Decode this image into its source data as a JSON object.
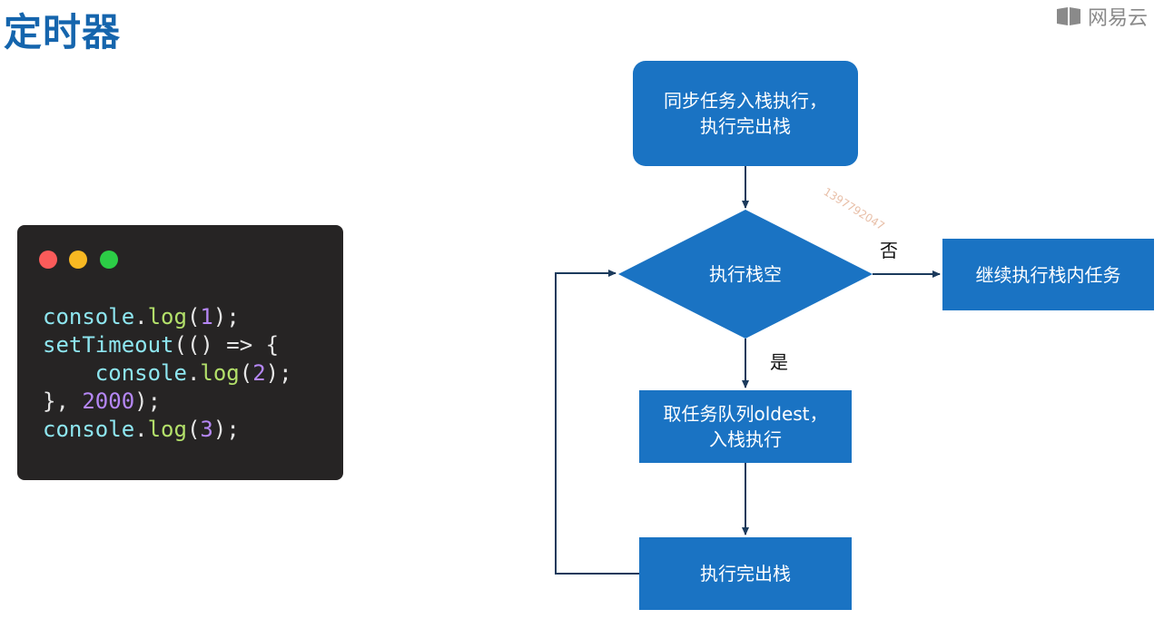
{
  "header": {
    "title": "定时器",
    "brand": "网易云"
  },
  "watermark": "1397792047",
  "code_window": {
    "lines": [
      [
        {
          "t": "console",
          "c": "obj"
        },
        {
          "t": ".",
          "c": "plain"
        },
        {
          "t": "log",
          "c": "fn"
        },
        {
          "t": "(",
          "c": "plain"
        },
        {
          "t": "1",
          "c": "num"
        },
        {
          "t": ");",
          "c": "plain"
        }
      ],
      [
        {
          "t": "setTimeout",
          "c": "obj"
        },
        {
          "t": "(() => {",
          "c": "plain"
        }
      ],
      [
        {
          "t": "    console",
          "c": "obj"
        },
        {
          "t": ".",
          "c": "plain"
        },
        {
          "t": "log",
          "c": "fn"
        },
        {
          "t": "(",
          "c": "plain"
        },
        {
          "t": "2",
          "c": "num"
        },
        {
          "t": ");",
          "c": "plain"
        }
      ],
      [
        {
          "t": "}, ",
          "c": "plain"
        },
        {
          "t": "2000",
          "c": "num"
        },
        {
          "t": ");",
          "c": "plain"
        }
      ],
      [
        {
          "t": "console",
          "c": "obj"
        },
        {
          "t": ".",
          "c": "plain"
        },
        {
          "t": "log",
          "c": "fn"
        },
        {
          "t": "(",
          "c": "plain"
        },
        {
          "t": "3",
          "c": "num"
        },
        {
          "t": ");",
          "c": "plain"
        }
      ]
    ]
  },
  "flowchart": {
    "nodes": {
      "start": "同步任务入栈执行，\n执行完出栈",
      "decision": "执行栈空",
      "continue": "继续执行栈内任务",
      "dequeue": "取任务队列oldest，\n入栈执行",
      "finish": "执行完出栈"
    },
    "edges": {
      "no_label": "否",
      "yes_label": "是"
    }
  },
  "colors": {
    "title": "#1565ad",
    "node_fill": "#1a73c3",
    "line": "#1b3a5c"
  }
}
